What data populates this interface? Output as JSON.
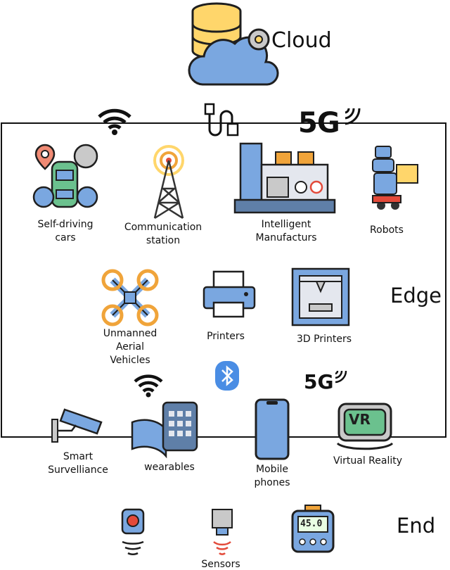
{
  "cloud": {
    "title": "Cloud"
  },
  "layers": {
    "edge": "Edge",
    "end": "End"
  },
  "connectivity": {
    "top_5g": "5G",
    "mid_5g": "5G"
  },
  "edge_devices": {
    "self_driving": "Self-driving\ncars",
    "comm_station": "Communication\nstation",
    "manufactur": "Intelligent\nManufacturs",
    "robots": "Robots",
    "uav": "Unmanned\nAerial\nVehicles",
    "printers": "Printers",
    "printers_3d": "3D Printers"
  },
  "end_devices": {
    "surveillance": "Smart\nSurvelliance",
    "wearables": "wearables",
    "mobile": "Mobile\nphones",
    "vr": "Virtual Reality",
    "vr_screen": "VR",
    "sensors": "Sensors",
    "meter_reading": "45.0"
  },
  "colors": {
    "outline": "#1f1f1f",
    "blue": "#7aa7e0",
    "yellow": "#ffd66b",
    "gray": "#c9c9c9",
    "darkblue": "#2e6fc9"
  }
}
